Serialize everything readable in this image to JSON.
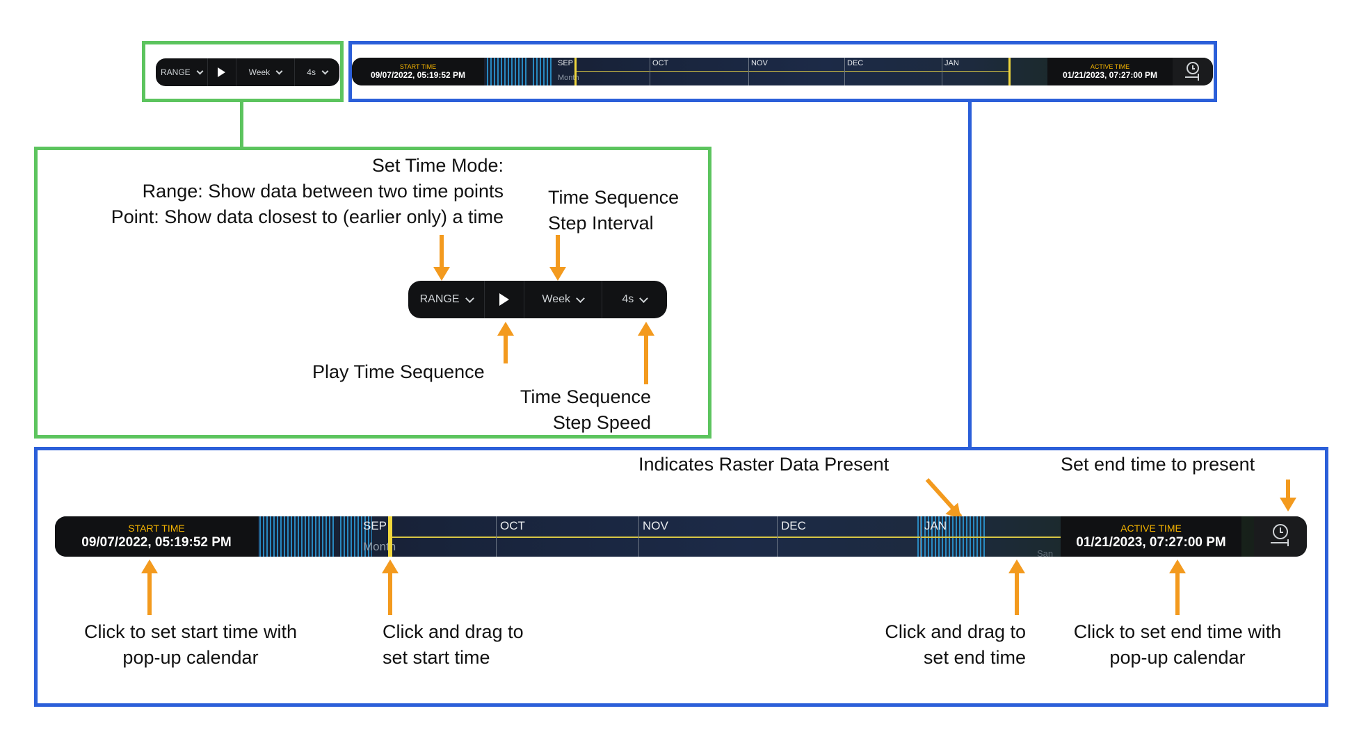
{
  "toolbar": {
    "mode": "RANGE",
    "interval": "Week",
    "speed": "4s"
  },
  "timeline": {
    "start_label": "START TIME",
    "start_value": "09/07/2022, 05:19:52 PM",
    "end_label": "ACTIVE TIME",
    "end_value": "01/21/2023, 07:27:00 PM",
    "months": [
      "SEP",
      "OCT",
      "NOV",
      "DEC",
      "JAN"
    ],
    "sub_label": "Month",
    "sub_label_faint": "San"
  },
  "annotations": {
    "set_time_mode": [
      "Set Time Mode:",
      "Range: Show data between two time points",
      "Point: Show data closest to (earlier only) a time"
    ],
    "step_interval": [
      "Time Sequence",
      "Step Interval"
    ],
    "play": "Play Time Sequence",
    "step_speed": [
      "Time Sequence",
      "Step Speed"
    ],
    "raster": "Indicates Raster Data Present",
    "present": "Set end time to present",
    "start_calendar": [
      "Click to set start time with",
      "pop-up calendar"
    ],
    "drag_start": [
      "Click and drag to",
      "set start time"
    ],
    "drag_end": [
      "Click and drag to",
      "set end time"
    ],
    "end_calendar": [
      "Click to set end time with",
      "pop-up calendar"
    ]
  },
  "colors": {
    "green_box": "#5cc45e",
    "blue_box": "#2b5fd9",
    "arrow": "#f39a1e",
    "accent_label": "#f5b400",
    "handle": "#f0d73c",
    "raster": "#2b9bd9"
  }
}
